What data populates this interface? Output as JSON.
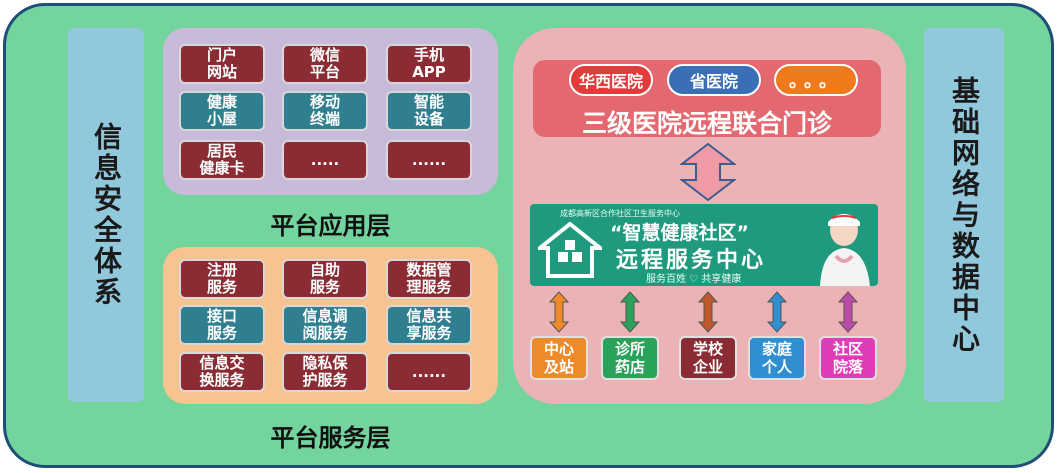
{
  "left_column": {
    "label": "信息安全体系"
  },
  "right_column": {
    "label": "基础网络与数据中心"
  },
  "app_layer": {
    "title": "平台应用层",
    "items": [
      {
        "label": "门户\n网站",
        "color": "#8b2b33"
      },
      {
        "label": "微信\n平台",
        "color": "#8b2b33"
      },
      {
        "label": "手机\nAPP",
        "color": "#8b2b33"
      },
      {
        "label": "健康\n小屋",
        "color": "#2f7f90"
      },
      {
        "label": "移动\n终端",
        "color": "#2f7f90"
      },
      {
        "label": "智能\n设备",
        "color": "#2f7f90"
      },
      {
        "label": "居民\n健康卡",
        "color": "#8b2b33"
      },
      {
        "label": ".....",
        "color": "#8b2b33"
      },
      {
        "label": "......",
        "color": "#8b2b33"
      }
    ]
  },
  "service_layer": {
    "title": "平台服务层",
    "items": [
      {
        "label": "注册\n服务",
        "color": "#8b2b33"
      },
      {
        "label": "自助\n服务",
        "color": "#8b2b33"
      },
      {
        "label": "数据管\n理服务",
        "color": "#8b2b33"
      },
      {
        "label": "接口\n服务",
        "color": "#2f7f90"
      },
      {
        "label": "信息调\n阅服务",
        "color": "#2f7f90"
      },
      {
        "label": "信息共\n享服务",
        "color": "#2f7f90"
      },
      {
        "label": "信息交\n换服务",
        "color": "#8b2b33"
      },
      {
        "label": "隐私保\n护服务",
        "color": "#8b2b33"
      },
      {
        "label": "......",
        "color": "#8b2b33"
      }
    ]
  },
  "hospital": {
    "pills": [
      "华西医院",
      "省医院",
      "。。。"
    ],
    "title": "三级医院远程联合门诊"
  },
  "center": {
    "sub": "成都高新区合作社区卫生服务中心",
    "title1": "“智慧健康社区”",
    "title2": "远程服务中心",
    "slogan": "服务百姓  ♡  共享健康"
  },
  "nodes": [
    {
      "label": "中心\n及站",
      "color": "#ef8a2a",
      "arrow_color": "#ef8a2a"
    },
    {
      "label": "诊所\n药店",
      "color": "#2aa35a",
      "arrow_color": "#2aa35a"
    },
    {
      "label": "学校\n企业",
      "color": "#8b2b33",
      "arrow_color": "#c0582a"
    },
    {
      "label": "家庭\n个人",
      "color": "#2f8fd0",
      "arrow_color": "#2f8fd0"
    },
    {
      "label": "社区\n院落",
      "color": "#e23bb8",
      "arrow_color": "#c04aa8"
    }
  ],
  "colors": {
    "outer_bg": "#73d59d",
    "outer_border": "#1f4e79",
    "side_column": "#92c8dc",
    "app_panel": "#c8bbd9",
    "service_panel": "#f7c391",
    "hospital_panel": "#ebb3b5",
    "hospital_banner": "#e4686f",
    "center_card": "#1f9a7e",
    "big_arrow": "#ef9aa4"
  },
  "icons": [
    "house-cross-icon",
    "nurse-figure-icon",
    "double-arrow-icon"
  ]
}
